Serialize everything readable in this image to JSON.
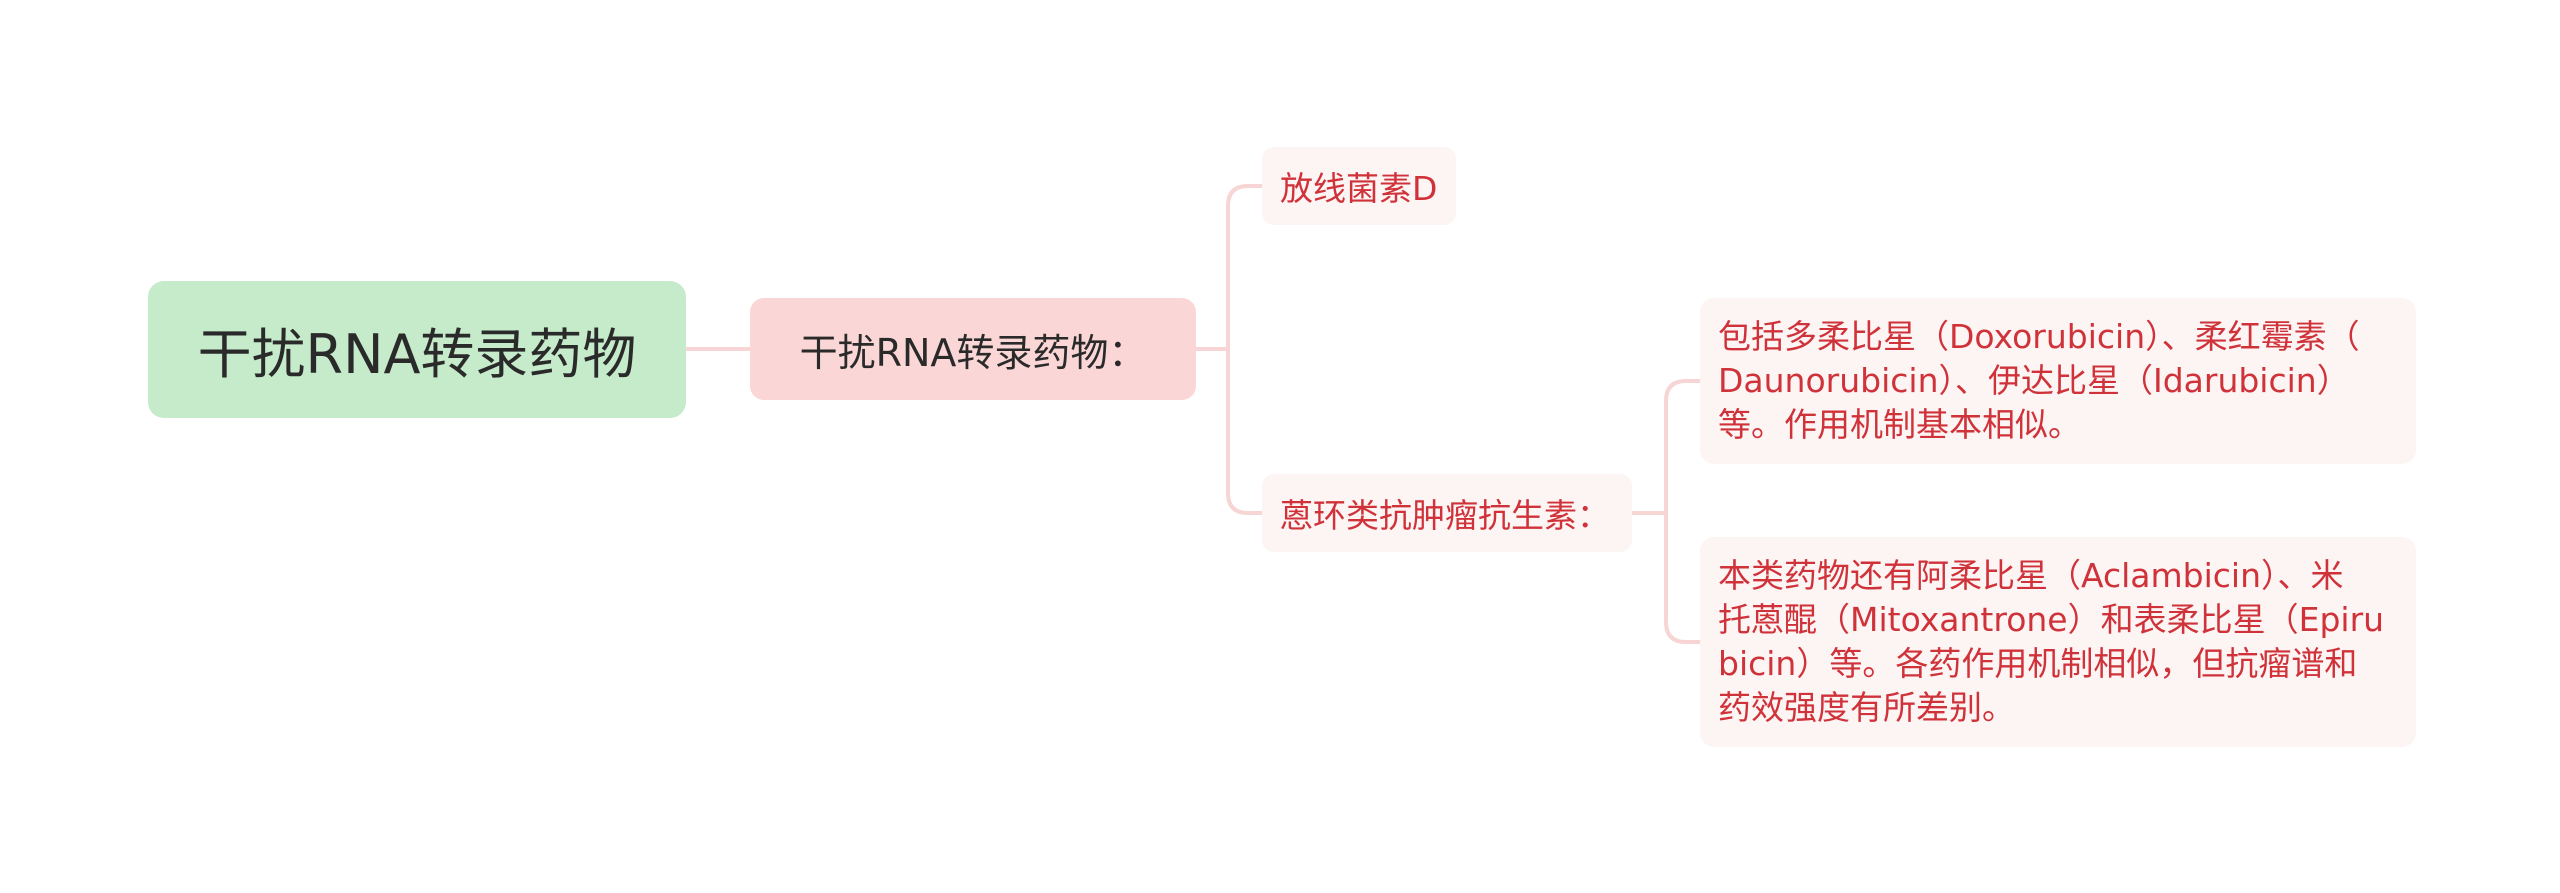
{
  "colors": {
    "root_fill": "#c5ebcb",
    "sub_fill": "#fad7d6",
    "leaf_fill": "#fdf4f4",
    "leaf_text": "#d0323a",
    "connector": "#f6d5d4"
  },
  "mindmap": {
    "root": {
      "label": "干扰RNA转录药物"
    },
    "sub": {
      "label": "干扰RNA转录药物："
    },
    "actinomycin": {
      "label": "放线菌素D"
    },
    "anthracycline": {
      "label": "蒽环类抗肿瘤抗生素：",
      "details": [
        {
          "lines": [
            "包括多柔比星（Doxorubicin）、柔红霉素（",
            "Daunorubicin）、伊达比星（Idarubicin）",
            "等。作用机制基本相似。"
          ]
        },
        {
          "lines": [
            "本类药物还有阿柔比星（Aclambicin）、米",
            "托蒽醌（Mitoxantrone）和表柔比星（Epiru",
            "bicin）等。各药作用机制相似，但抗瘤谱和",
            "药效强度有所差别。"
          ]
        }
      ]
    }
  }
}
